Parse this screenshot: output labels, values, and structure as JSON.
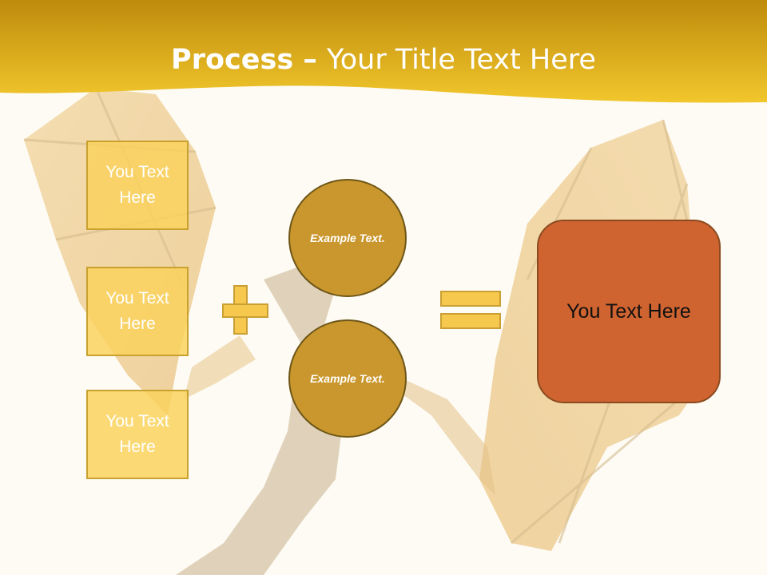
{
  "slide": {
    "title_bold": "Process",
    "title_dash": " – ",
    "title_rest": "Your Title Text Here"
  },
  "inputs": [
    {
      "label": "You Text Here"
    },
    {
      "label": "You Text Here"
    },
    {
      "label": "You Text Here"
    }
  ],
  "circles": [
    {
      "label": "Example Text."
    },
    {
      "label": "Example Text."
    }
  ],
  "result": {
    "label": "You Text Here"
  },
  "colors": {
    "header_gold": "#e7b722",
    "box_fill": "#fad25a",
    "circle_fill": "#c9972d",
    "result_fill": "#cf6430",
    "background": "#fdfbf4"
  }
}
